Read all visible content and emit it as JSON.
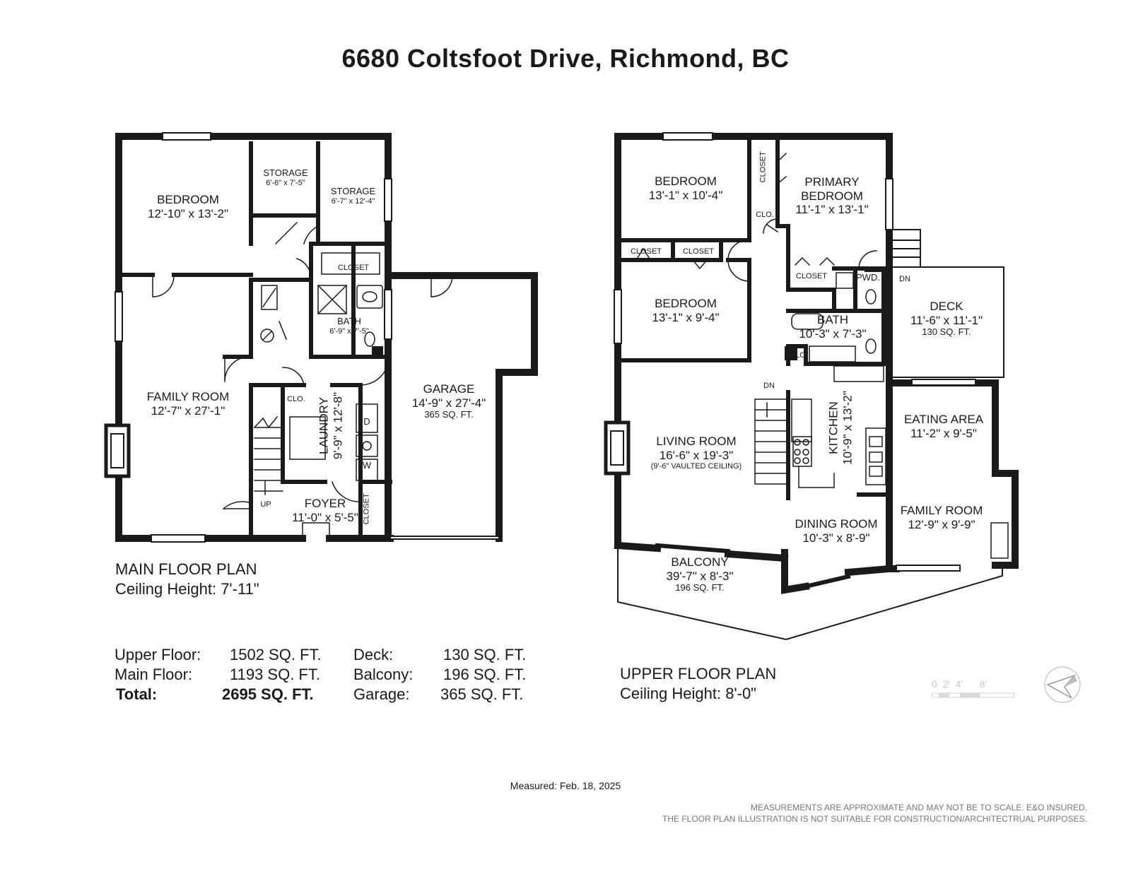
{
  "title": "6680 Coltsfoot Drive, Richmond, BC",
  "main_floor": {
    "heading": "MAIN FLOOR PLAN",
    "ceiling": "Ceiling Height: 7'-11\"",
    "rooms": {
      "bedroom": {
        "name": "BEDROOM",
        "dims": "12'-10\" x 13'-2\""
      },
      "storage1": {
        "name": "STORAGE",
        "dims": "6'-6\" x 7'-5\""
      },
      "storage2": {
        "name": "STORAGE",
        "dims": "6'-7\" x 12'-4\""
      },
      "closet": "CLOSET",
      "bath": {
        "name": "BATH",
        "dims": "6'-9\" x 7'-5\""
      },
      "family_room": {
        "name": "FAMILY ROOM",
        "dims": "12'-7\" x 27'-1\""
      },
      "clo": "CLO.",
      "laundry": {
        "name": "LAUNDRY",
        "dims": "9'-9\" x 12'-8\""
      },
      "garage": {
        "name": "GARAGE",
        "dims": "14'-9\" x 27'-4\"",
        "area": "365 SQ. FT."
      },
      "foyer": {
        "name": "FOYER",
        "dims": "11'-0\" x 5'-5\""
      },
      "foyer_closet": "CLOSET",
      "up": "UP",
      "dryer": "D",
      "washer": "W"
    }
  },
  "upper_floor": {
    "heading": "UPPER FLOOR PLAN",
    "ceiling": "Ceiling Height: 8'-0\"",
    "rooms": {
      "bedroom1": {
        "name": "BEDROOM",
        "dims": "13'-1\" x 10'-4\""
      },
      "closet_v": "CLOSET",
      "primary": {
        "name1": "PRIMARY",
        "name2": "BEDROOM",
        "dims": "11'-1\"  x 13'-1\""
      },
      "clo1": "CLO.",
      "closet_a": "CLOSET",
      "closet_b": "CLOSET",
      "closet_c": "CLOSET",
      "pwd": "PWD.",
      "dn1": "DN",
      "deck": {
        "name": "DECK",
        "dims": "11'-6\"  x  11'-1\"",
        "area": "130 SQ. FT."
      },
      "bedroom2": {
        "name": "BEDROOM",
        "dims": "13'-1\" x 9'-4\""
      },
      "bath": {
        "name": "BATH",
        "dims": "10'-3\" x 7'-3\""
      },
      "clo2": "CLO.",
      "dn2": "DN",
      "kitchen": {
        "name": "KITCHEN",
        "dims": "10'-9\" x 13'-2\""
      },
      "eating": {
        "name": "EATING AREA",
        "dims": "11'-2\"  x  9'-5\""
      },
      "living": {
        "name": "LIVING ROOM",
        "dims": "16'-6\" x 19'-3\"",
        "note": "(9'-6\" VAULTED CEILING)"
      },
      "family": {
        "name": "FAMILY ROOM",
        "dims": "12'-9\" x 9'-9\""
      },
      "dining": {
        "name": "DINING ROOM",
        "dims": "10'-3\" x 8'-9\""
      },
      "balcony": {
        "name": "BALCONY",
        "dims": "39'-7\" x 8'-3\"",
        "area": "196 SQ. FT."
      }
    }
  },
  "stats": {
    "upper_label": "Upper Floor:",
    "upper_value": "1502 SQ. FT.",
    "main_label": "Main Floor:",
    "main_value": "1193 SQ. FT.",
    "total_label": "Total:",
    "total_value": "2695 SQ. FT.",
    "deck_label": "Deck:",
    "deck_value": "130 SQ. FT.",
    "balcony_label": "Balcony:",
    "balcony_value": "196 SQ. FT.",
    "garage_label": "Garage:",
    "garage_value": "365 SQ. FT."
  },
  "scale_text": "0  2'  4'      8'",
  "measured": "Measured: Feb. 18, 2025",
  "disclaimer_line1": "MEASUREMENTS ARE APPROXIMATE AND MAY NOT BE TO SCALE. E&O INSURED.",
  "disclaimer_line2": "THE FLOOR PLAN ILLUSTRATION IS NOT SUITABLE FOR CONSTRUCTION/ARCHITECTRUAL PURPOSES.",
  "colors": {
    "wall": "#1a1a1a",
    "text": "#1a1a1a",
    "muted": "#777777"
  }
}
